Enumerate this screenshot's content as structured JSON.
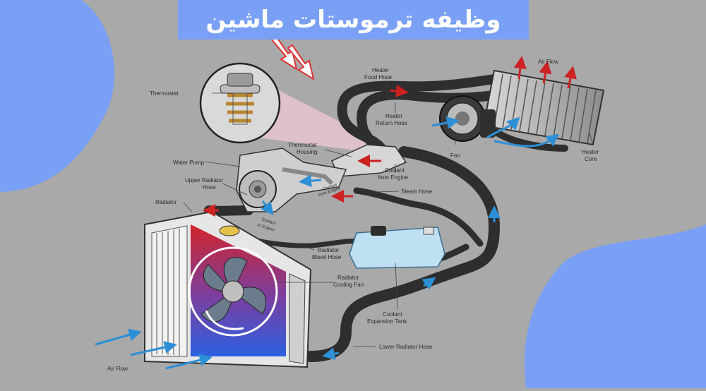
{
  "title": "وظیفه ترموستات ماشین",
  "labels": {
    "thermostat": "Thermostat",
    "water_pump": "Water Pump",
    "upper_radiator_hose": [
      "Upper Radiator",
      "Hose"
    ],
    "radiator": "Radiator",
    "thermostat_housing": [
      "Thermostat",
      "Housing"
    ],
    "heater_food_hose": [
      "Heater",
      "Food Hose"
    ],
    "heater_return_hose": [
      "Heater",
      "Return Hose"
    ],
    "fan": "Fan",
    "heater_core": [
      "Heater",
      "Core"
    ],
    "air_flow_top": "Air Flow",
    "coolant_from_engine": [
      "Coolant",
      "from Engine"
    ],
    "steam_hose": "Steam Hose",
    "radiator_bleed_hose": [
      "Radiator",
      "Bleed Hose"
    ],
    "radiator_cooling_fan": [
      "Radiator",
      "Cooling Fan"
    ],
    "coolant_expansion_tank": [
      "Coolant",
      "Expansion Tank"
    ],
    "lower_radiator_hose": "Lower Radiator Hose",
    "air_flow_bottom": "Air Flow",
    "coolant_from_engine_small": [
      "Coolant",
      "from Engine"
    ],
    "coolant_to_engine_small": [
      "Coolant",
      "to Engine"
    ]
  },
  "colors": {
    "background": "#a9a9a9",
    "blob": "#7aa0f5",
    "title_bar": "#7aa0f5",
    "hose": "#2e2e2e",
    "hot_arrow": "#cc2222",
    "cold_arrow": "#2d8fd6",
    "tank": "#bfe0f2"
  }
}
